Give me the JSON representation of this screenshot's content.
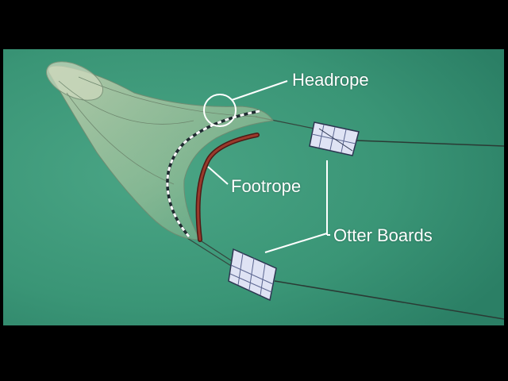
{
  "labels": {
    "headrope": "Headrope",
    "footrope": "Footrope",
    "otter_boards": "Otter Boards"
  },
  "colors": {
    "background": "#000000",
    "water_light": "#3f9b7c",
    "water_dark": "#2c7a62",
    "net_fill": "#b8c9a4",
    "footrope": "#7a2a22",
    "headrope_floats": "#ffffff",
    "otter_board": "#dcdff2",
    "label_text": "#ffffff"
  }
}
